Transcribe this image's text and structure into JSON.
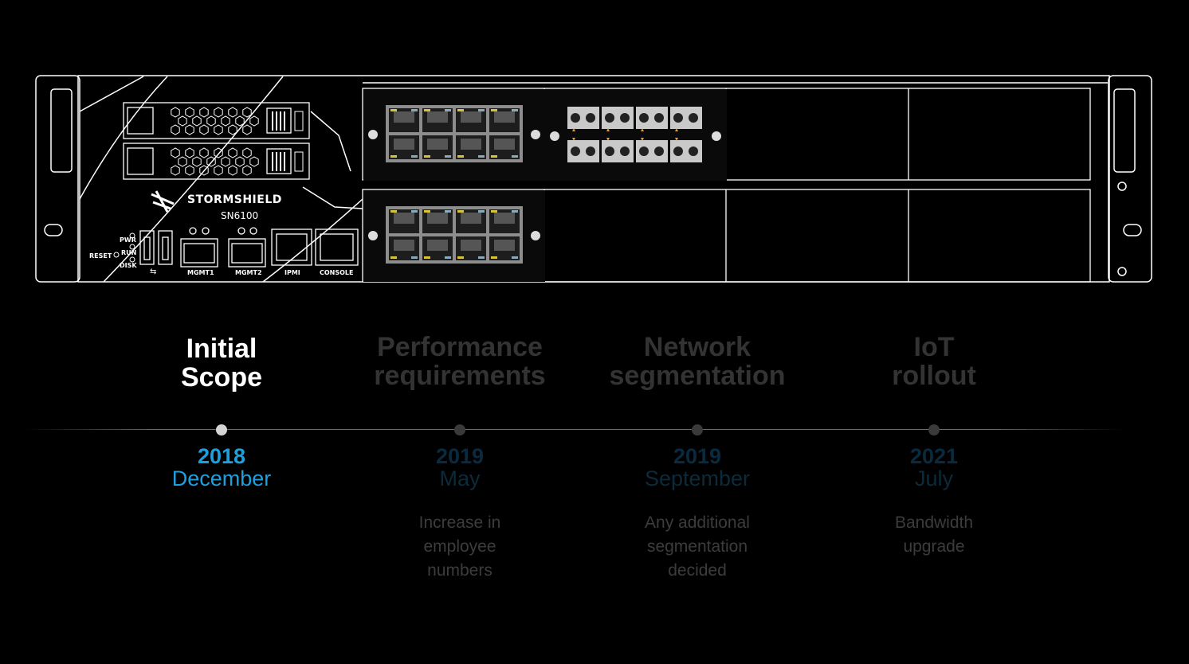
{
  "appliance": {
    "brand": "STORMSHIELD",
    "model": "SN6100",
    "leds": [
      "PWR",
      "RUN",
      "DISK"
    ],
    "reset_label": "RESET",
    "ports": [
      "MGMT1",
      "MGMT2",
      "IPMI",
      "CONSOLE"
    ],
    "usb_icon": "usb-icon"
  },
  "timeline": {
    "milestones": [
      {
        "title_line1": "Initial",
        "title_line2": "Scope",
        "year": "2018",
        "month": "December",
        "description": "",
        "active": true
      },
      {
        "title_line1": "Performance",
        "title_line2": "requirements",
        "year": "2019",
        "month": "May",
        "description": "Increase in\nemployee\nnumbers",
        "active": false
      },
      {
        "title_line1": "Network",
        "title_line2": "segmentation",
        "year": "2019",
        "month": "September",
        "description": "Any additional\nsegmentation\ndecided",
        "active": false
      },
      {
        "title_line1": "IoT",
        "title_line2": "rollout",
        "year": "2021",
        "month": "July",
        "description": "Bandwidth\nupgrade",
        "active": false
      }
    ]
  },
  "colors": {
    "background": "#000000",
    "accent": "#1ca1e0",
    "outline": "#ffffff"
  }
}
